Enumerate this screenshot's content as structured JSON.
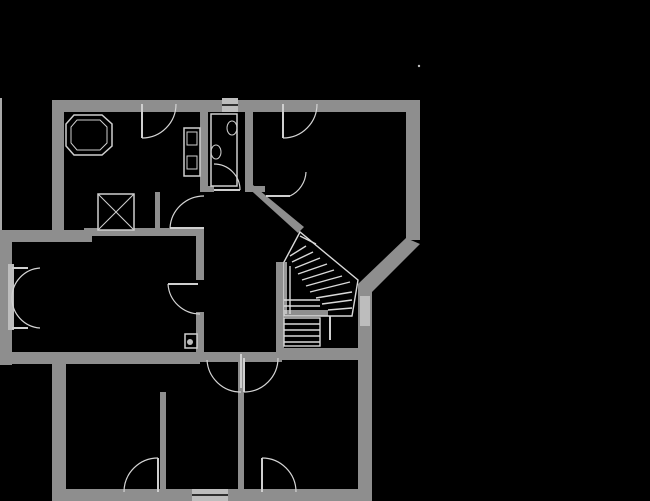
{
  "floor_plan": {
    "rooms": [
      "bathroom",
      "wc",
      "hall",
      "room-left",
      "room-right",
      "bedroom-left",
      "bedroom-middle",
      "bedroom-right",
      "stair-room"
    ],
    "fixtures": [
      "bathtub",
      "washbasin-double",
      "toilet",
      "shower",
      "stairs",
      "window-double",
      "radiator"
    ],
    "colors": {
      "background": "#000000",
      "walls": "#8e8e8e",
      "doors": "#d4d4d4"
    }
  }
}
